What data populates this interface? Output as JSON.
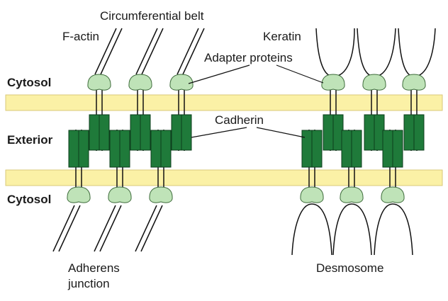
{
  "labels": {
    "circumferential_belt": "Circumferential belt",
    "f_actin": "F-actin",
    "keratin": "Keratin",
    "adapter_proteins": "Adapter proteins",
    "cytosol_top": "Cytosol",
    "exterior": "Exterior",
    "cadherin": "Cadherin",
    "cytosol_bottom": "Cytosol",
    "adherens_junction_line1": "Adherens",
    "adherens_junction_line2": "junction",
    "desmosome": "Desmosome"
  },
  "colors": {
    "membrane": "#fbf1a6",
    "membrane_edge": "#d9c97a",
    "cadherin": "#1f7a3a",
    "cadherin_edge": "#0d3d1c",
    "adapter": "#bfe3b8",
    "adapter_edge": "#3d6b3a",
    "line": "#111111"
  }
}
